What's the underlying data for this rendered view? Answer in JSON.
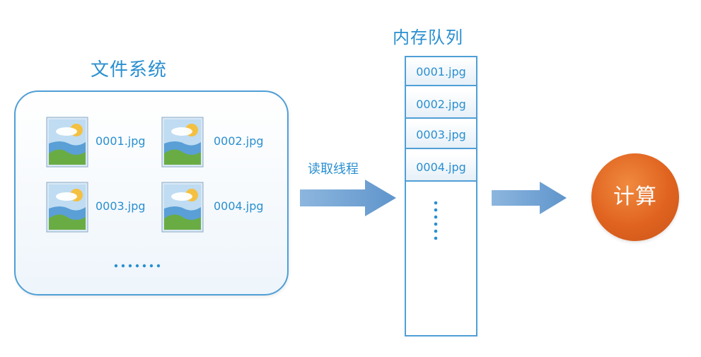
{
  "file_system": {
    "title": "文件系统",
    "files": [
      {
        "name": "0001.jpg",
        "icon": "image-file-icon"
      },
      {
        "name": "0002.jpg",
        "icon": "image-file-icon"
      },
      {
        "name": "0003.jpg",
        "icon": "image-file-icon"
      },
      {
        "name": "0004.jpg",
        "icon": "image-file-icon"
      }
    ],
    "ellipsis": "……"
  },
  "reader": {
    "label": "读取线程"
  },
  "memory_queue": {
    "title": "内存队列",
    "items": [
      "0001.jpg",
      "0002.jpg",
      "0003.jpg",
      "0004.jpg"
    ]
  },
  "compute": {
    "label": "计算"
  },
  "colors": {
    "text_blue": "#2a8fd0",
    "border_blue": "#4f9fd6",
    "arrow_blue": "#6f9ecf",
    "compute_orange": "#e0631f"
  }
}
